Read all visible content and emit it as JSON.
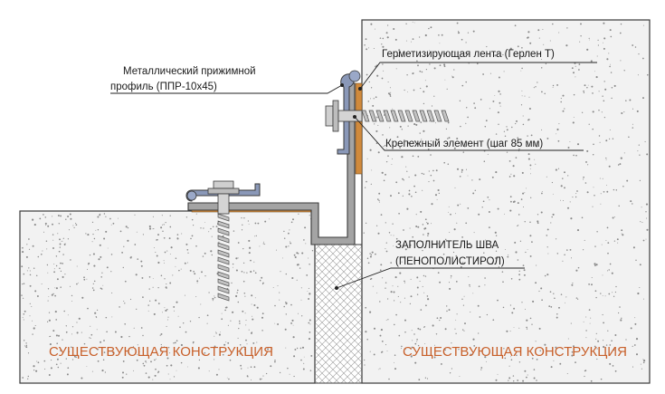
{
  "labels": {
    "profile_line1": "Металлический прижимной",
    "profile_line2": "профиль  (ППР-10х45)",
    "sealing_tape": "Герметизирующая лента  (Герлен Т)",
    "fastener": "Крепежный элемент (шаг 85 мм)",
    "filler_line1": "ЗАПОЛНИТЕЛЬ ШВА",
    "filler_line2": "(ПЕНОПОЛИСТИРОЛ)",
    "left_structure": "СУЩЕСТВУЮЩАЯ КОНСТРУКЦИЯ",
    "right_structure": "СУЩЕСТВУЮЩАЯ КОНСТРУКЦИЯ"
  },
  "colors": {
    "concrete": "#f2f2f2",
    "speckle": "#8a8a8a",
    "structure_text": "#c8602a",
    "sealant": "#d08a3c",
    "profile": "#8f8f8f",
    "bolt": "#c9c9c9",
    "clamp": "#8a98b8",
    "outline": "#3a3a3a"
  }
}
